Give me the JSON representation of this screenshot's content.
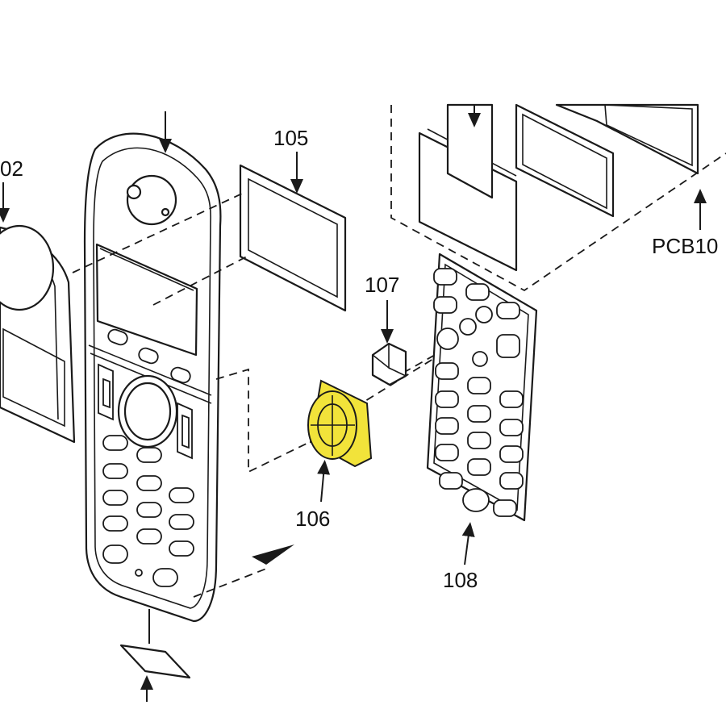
{
  "diagram": {
    "highlight_color": "#f2e33a",
    "line_color": "#1a1a1a",
    "labels": {
      "part_102": "02",
      "part_105": "105",
      "part_107": "107",
      "part_106": "106",
      "part_108": "108",
      "part_pcb": "PCB10"
    },
    "highlighted_part": "106"
  }
}
